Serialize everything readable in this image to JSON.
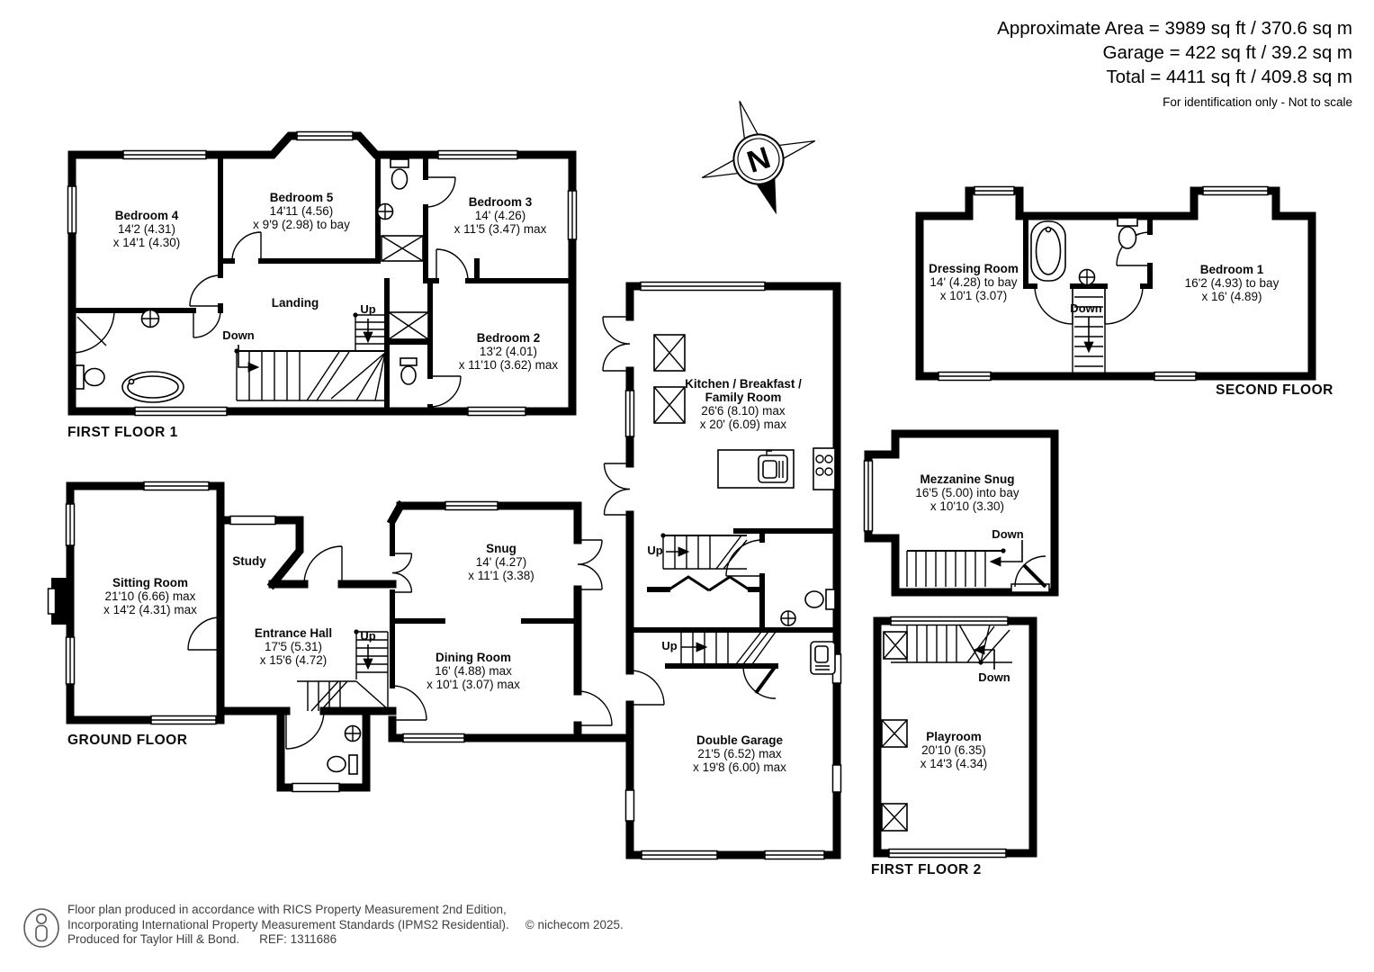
{
  "summary": {
    "area": "Approximate Area = 3989 sq ft / 370.6 sq m",
    "garage": "Garage = 422 sq ft / 39.2 sq m",
    "total": "Total = 4411 sq ft / 409.8 sq m",
    "note": "For identification only - Not to scale"
  },
  "compass": {
    "north": "N"
  },
  "floors": {
    "first_floor_1": "FIRST FLOOR 1",
    "ground_floor": "GROUND FLOOR",
    "second_floor": "SECOND FLOOR",
    "first_floor_2": "FIRST FLOOR 2"
  },
  "rooms": {
    "bedroom4": {
      "name": "Bedroom 4",
      "dim1": "14'2 (4.31)",
      "dim2": "x 14'1 (4.30)"
    },
    "bedroom5": {
      "name": "Bedroom 5",
      "dim1": "14'11 (4.56)",
      "dim2": "x 9'9 (2.98) to bay"
    },
    "bedroom3": {
      "name": "Bedroom 3",
      "dim1": "14' (4.26)",
      "dim2": "x 11'5 (3.47) max"
    },
    "bedroom2": {
      "name": "Bedroom 2",
      "dim1": "13'2 (4.01)",
      "dim2": "x 11'10 (3.62) max"
    },
    "landing": {
      "name": "Landing"
    },
    "sitting_room": {
      "name": "Sitting Room",
      "dim1": "21'10 (6.66) max",
      "dim2": "x 14'2 (4.31) max"
    },
    "study": {
      "name": "Study"
    },
    "entrance_hall": {
      "name": "Entrance Hall",
      "dim1": "17'5 (5.31)",
      "dim2": "x 15'6 (4.72)"
    },
    "snug": {
      "name": "Snug",
      "dim1": "14' (4.27)",
      "dim2": "x 11'1 (3.38)"
    },
    "dining_room": {
      "name": "Dining Room",
      "dim1": "16' (4.88) max",
      "dim2": "x 10'1 (3.07) max"
    },
    "kitchen": {
      "name": "Kitchen / Breakfast /",
      "name2": "Family Room",
      "dim1": "26'6 (8.10) max",
      "dim2": "x 20' (6.09) max"
    },
    "double_garage": {
      "name": "Double Garage",
      "dim1": "21'5 (6.52) max",
      "dim2": "x 19'8 (6.00) max"
    },
    "dressing_room": {
      "name": "Dressing Room",
      "dim1": "14' (4.28) to bay",
      "dim2": "x 10'1 (3.07)"
    },
    "bedroom1": {
      "name": "Bedroom 1",
      "dim1": "16'2 (4.93) to bay",
      "dim2": "x 16' (4.89)"
    },
    "mezzanine_snug": {
      "name": "Mezzanine Snug",
      "dim1": "16'5 (5.00) into bay",
      "dim2": "x 10'10 (3.30)"
    },
    "playroom": {
      "name": "Playroom",
      "dim1": "20'10 (6.35)",
      "dim2": "x 14'3 (4.34)"
    }
  },
  "stairs": {
    "ff1_up": "Up",
    "ff1_down": "Down",
    "gf_hall_up": "Up",
    "gf_mezz_up": "Up",
    "gf_garage_up": "Up",
    "sf_down": "Down",
    "mezz_down": "Down",
    "ff2_down": "Down"
  },
  "footer": {
    "line1": "Floor plan produced in accordance with RICS Property Measurement 2nd Edition,",
    "line2": "Incorporating International Property Measurement Standards (IPMS2 Residential).",
    "copyright": "© nichecom 2025.",
    "line3": "Produced for Taylor Hill & Bond.",
    "ref": "REF:  1311686"
  },
  "colors": {
    "wall": "#000000",
    "paper": "#ffffff",
    "footer_text": "#3f3f3f"
  }
}
